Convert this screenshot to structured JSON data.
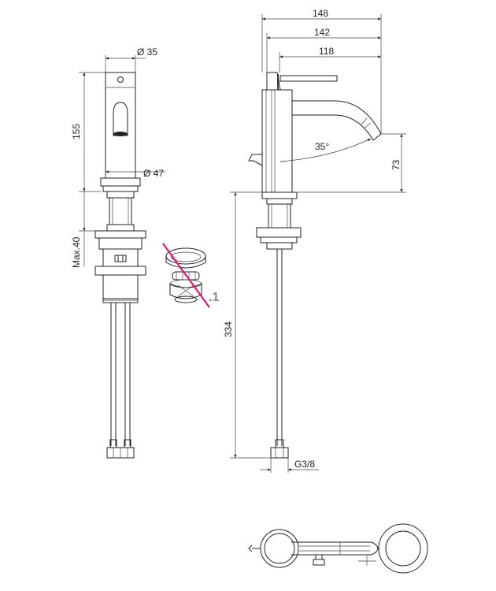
{
  "dims": {
    "d35": "Ø 35",
    "d47": "Ø 47",
    "h155": "155",
    "max40": "Max.40",
    "w148": "148",
    "w142": "142",
    "w118": "118",
    "angle": "35°",
    "h73": "73",
    "h334": "334",
    "g38": "G3/8"
  },
  "variant_suffix": ".1",
  "colors": {
    "line": "#222222",
    "strike": "#e0157a",
    "suffix": "#8a8a8a"
  }
}
